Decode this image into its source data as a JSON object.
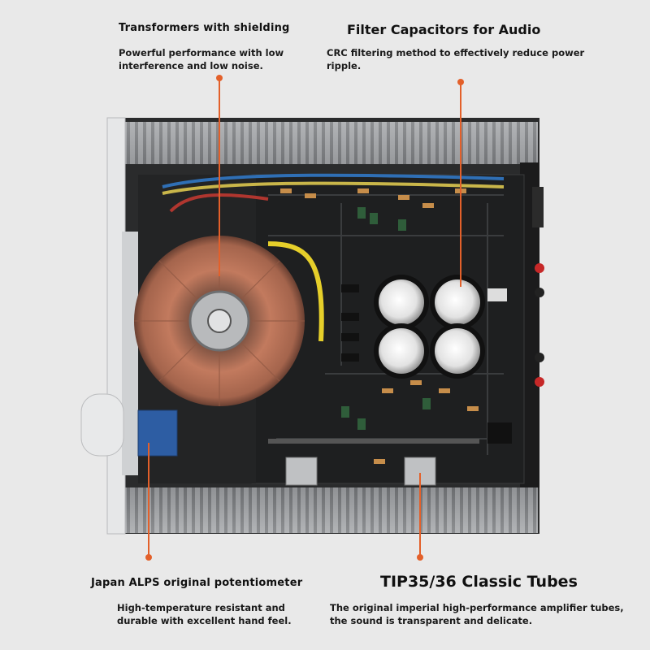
{
  "callouts": {
    "transformer": {
      "title": "Transformers with shielding",
      "desc_line1": "Powerful performance with low",
      "desc_line2": "interference and low noise."
    },
    "capacitors": {
      "title": "Filter Capacitors for Audio",
      "desc_line1": "CRC filtering method to effectively reduce power",
      "desc_line2": "ripple."
    },
    "potentiometer": {
      "title": "Japan ALPS original potentiometer",
      "desc_line1": "High-temperature resistant and",
      "desc_line2": "durable with excellent hand feel."
    },
    "tubes": {
      "title": "TIP35/36 Classic Tubes",
      "desc_line1": "The original imperial high-performance amplifier tubes,",
      "desc_line2": "the sound is transparent and delicate."
    }
  },
  "colors": {
    "accent": "#e3602a",
    "background": "#e9e9e9",
    "pcb": "#1e1f20",
    "chassis": "#9a9c9e",
    "copper": "#b56a4d"
  }
}
